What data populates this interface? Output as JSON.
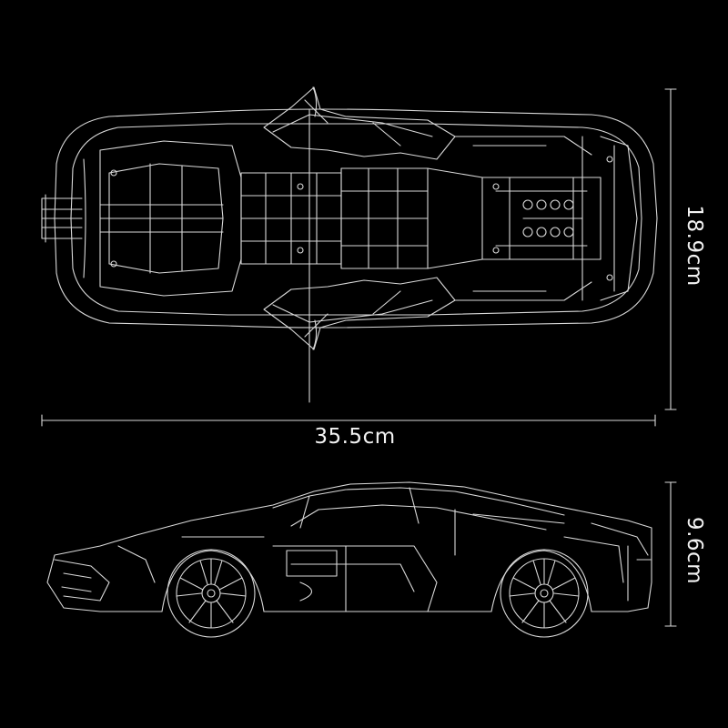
{
  "dimensions": {
    "length": "35.5cm",
    "width": "18.9cm",
    "height": "9.6cm"
  },
  "colors": {
    "background": "#000000",
    "line": "#d9d9d9",
    "text": "#f2f2f2"
  }
}
